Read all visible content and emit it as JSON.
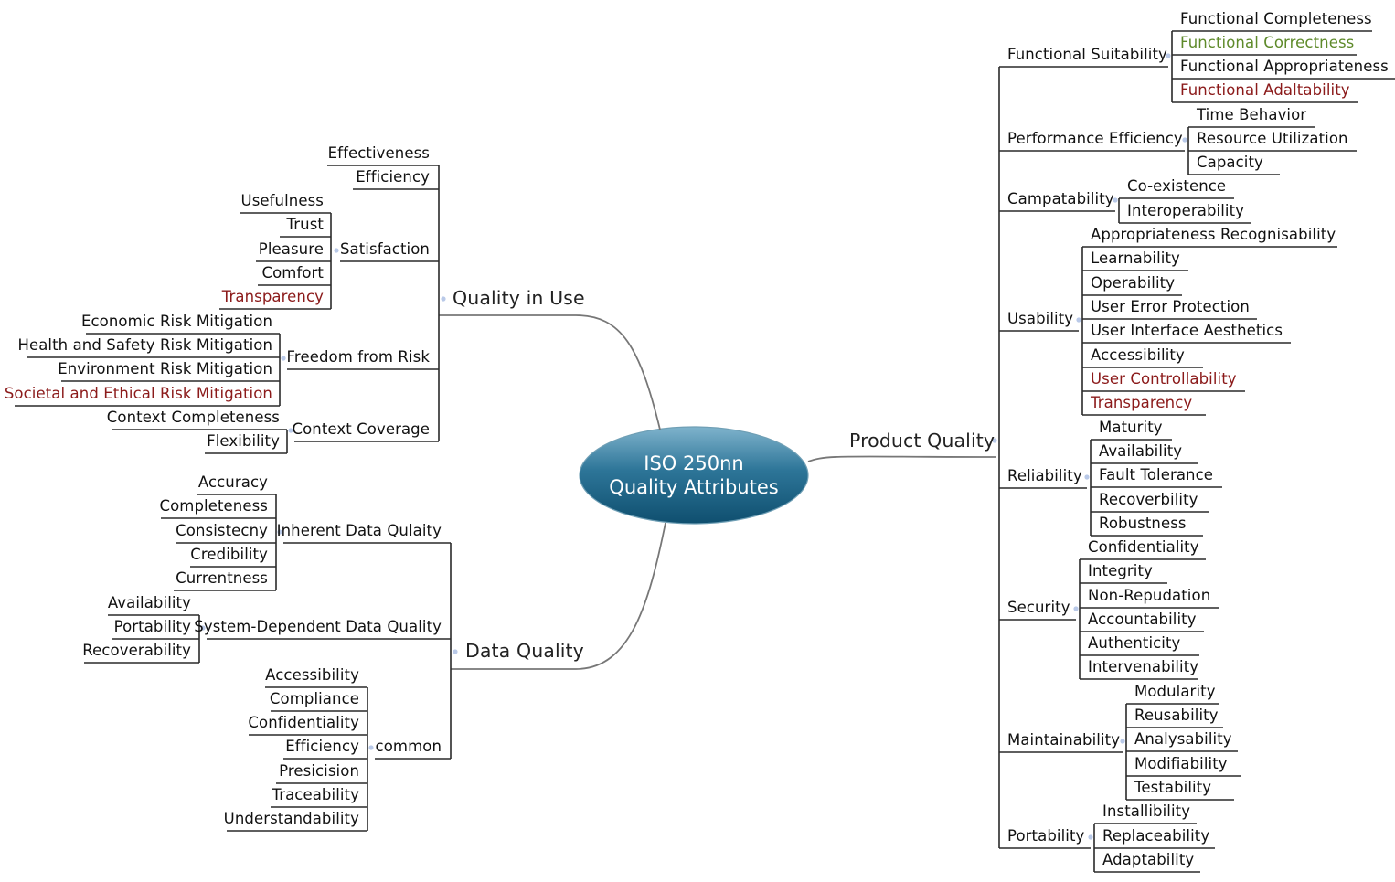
{
  "center": {
    "line1": "ISO 250nn",
    "line2": "Quality Attributes"
  },
  "colors": {
    "line": "#2a2a2a",
    "curve": "#777777",
    "dot": "#b9c9e8",
    "red": "#8b1a1a",
    "green": "#5e8a2a",
    "ellipse_top": "#7fb3cc",
    "ellipse_mid": "#2d7598",
    "ellipse_bottom": "#0f4f6f"
  },
  "product_quality": {
    "label": "Product Quality",
    "groups": [
      {
        "label": "Functional Suitability",
        "items": [
          {
            "text": "Functional Completeness"
          },
          {
            "text": "Functional Correctness",
            "color": "green"
          },
          {
            "text": "Functional Appropriateness"
          },
          {
            "text": "Functional Adaltability",
            "color": "red"
          }
        ]
      },
      {
        "label": "Performance Efficiency",
        "items": [
          {
            "text": "Time Behavior"
          },
          {
            "text": "Resource Utilization"
          },
          {
            "text": "Capacity"
          }
        ]
      },
      {
        "label": "Campatability",
        "items": [
          {
            "text": "Co-existence"
          },
          {
            "text": "Interoperability"
          }
        ]
      },
      {
        "label": "Usability",
        "items": [
          {
            "text": "Appropriateness Recognisability"
          },
          {
            "text": "Learnability"
          },
          {
            "text": "Operability"
          },
          {
            "text": "User Error Protection"
          },
          {
            "text": "User Interface Aesthetics"
          },
          {
            "text": "Accessibility"
          },
          {
            "text": "User Controllability",
            "color": "red"
          },
          {
            "text": "Transparency",
            "color": "red"
          }
        ]
      },
      {
        "label": "Reliability",
        "items": [
          {
            "text": "Maturity"
          },
          {
            "text": "Availability"
          },
          {
            "text": "Fault Tolerance"
          },
          {
            "text": "Recoverbility"
          },
          {
            "text": "Robustness"
          }
        ]
      },
      {
        "label": "Security",
        "items": [
          {
            "text": "Confidentiality"
          },
          {
            "text": "Integrity"
          },
          {
            "text": "Non-Repudation"
          },
          {
            "text": "Accountability"
          },
          {
            "text": "Authenticity"
          },
          {
            "text": "Intervenability"
          }
        ]
      },
      {
        "label": "Maintainability",
        "items": [
          {
            "text": "Modularity"
          },
          {
            "text": "Reusability"
          },
          {
            "text": "Analysability"
          },
          {
            "text": "Modifiability"
          },
          {
            "text": "Testability"
          }
        ]
      },
      {
        "label": "Portability",
        "items": [
          {
            "text": "Installibility"
          },
          {
            "text": "Replaceability"
          },
          {
            "text": "Adaptability"
          }
        ]
      }
    ]
  },
  "quality_in_use": {
    "label": "Quality in Use",
    "groups": [
      {
        "label": "Effectiveness",
        "items": []
      },
      {
        "label": "Efficiency",
        "items": []
      },
      {
        "label": "Satisfaction",
        "items": [
          {
            "text": "Usefulness"
          },
          {
            "text": "Trust"
          },
          {
            "text": "Pleasure"
          },
          {
            "text": "Comfort"
          },
          {
            "text": "Transparency",
            "color": "red"
          }
        ]
      },
      {
        "label": "Freedom from Risk",
        "items": [
          {
            "text": "Economic Risk Mitigation"
          },
          {
            "text": "Health and Safety Risk Mitigation"
          },
          {
            "text": "Environment Risk Mitigation"
          },
          {
            "text": "Societal and Ethical Risk Mitigation",
            "color": "red"
          }
        ]
      },
      {
        "label": "Context Coverage",
        "items": [
          {
            "text": "Context Completeness"
          },
          {
            "text": "Flexibility"
          }
        ]
      }
    ]
  },
  "data_quality": {
    "label": "Data Quality",
    "groups": [
      {
        "label": "Inherent Data Qulaity",
        "items": [
          {
            "text": "Accuracy"
          },
          {
            "text": "Completeness"
          },
          {
            "text": "Consistecny"
          },
          {
            "text": "Credibility"
          },
          {
            "text": "Currentness"
          }
        ]
      },
      {
        "label": "System-Dependent Data Quality",
        "items": [
          {
            "text": "Availability"
          },
          {
            "text": "Portability"
          },
          {
            "text": "Recoverability"
          }
        ]
      },
      {
        "label": "common",
        "items": [
          {
            "text": "Accessibility"
          },
          {
            "text": "Compliance"
          },
          {
            "text": "Confidentiality"
          },
          {
            "text": "Efficiency"
          },
          {
            "text": "Presicision"
          },
          {
            "text": "Traceability"
          },
          {
            "text": "Understandability"
          }
        ]
      }
    ]
  }
}
